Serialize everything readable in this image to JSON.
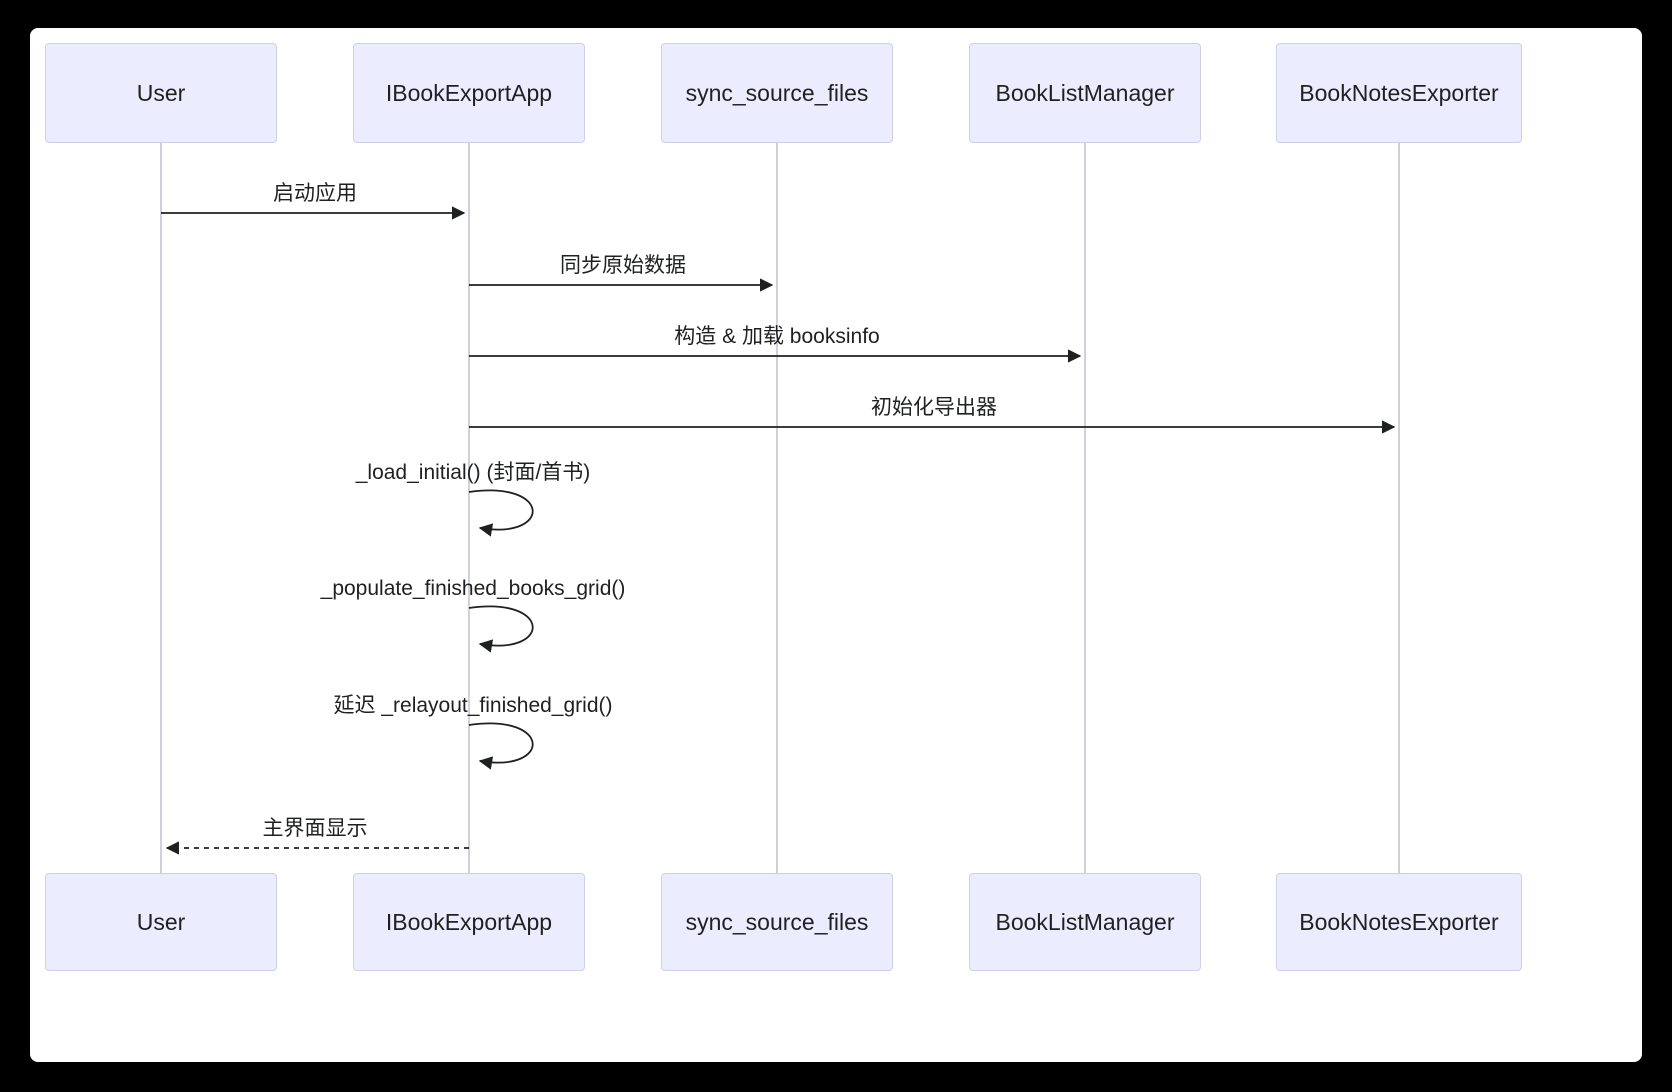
{
  "diagram": {
    "type": "sequence-diagram",
    "participants": [
      {
        "name": "User"
      },
      {
        "name": "IBookExportApp"
      },
      {
        "name": "sync_source_files"
      },
      {
        "name": "BookListManager"
      },
      {
        "name": "BookNotesExporter"
      }
    ],
    "messages": [
      {
        "from": "User",
        "to": "IBookExportApp",
        "label": "启动应用",
        "style": "solid"
      },
      {
        "from": "IBookExportApp",
        "to": "sync_source_files",
        "label": "同步原始数据",
        "style": "solid"
      },
      {
        "from": "IBookExportApp",
        "to": "BookListManager",
        "label": "构造 & 加载 booksinfo",
        "style": "solid"
      },
      {
        "from": "IBookExportApp",
        "to": "BookNotesExporter",
        "label": "初始化导出器",
        "style": "solid"
      },
      {
        "from": "IBookExportApp",
        "to": "IBookExportApp",
        "label": "_load_initial() (封面/首书)",
        "style": "self-loop"
      },
      {
        "from": "IBookExportApp",
        "to": "IBookExportApp",
        "label": "_populate_finished_books_grid()",
        "style": "self-loop"
      },
      {
        "from": "IBookExportApp",
        "to": "IBookExportApp",
        "label": "延迟 _relayout_finished_grid()",
        "style": "self-loop"
      },
      {
        "from": "IBookExportApp",
        "to": "User",
        "label": "主界面显示",
        "style": "dashed"
      }
    ],
    "colors": {
      "participant_fill": "#ECECFF",
      "participant_border": "#CFCFE8",
      "lifeline": "#D0D0E0",
      "arrow": "#1F2020",
      "canvas_background": "#FFFFFF",
      "frame_background": "#000000"
    }
  }
}
